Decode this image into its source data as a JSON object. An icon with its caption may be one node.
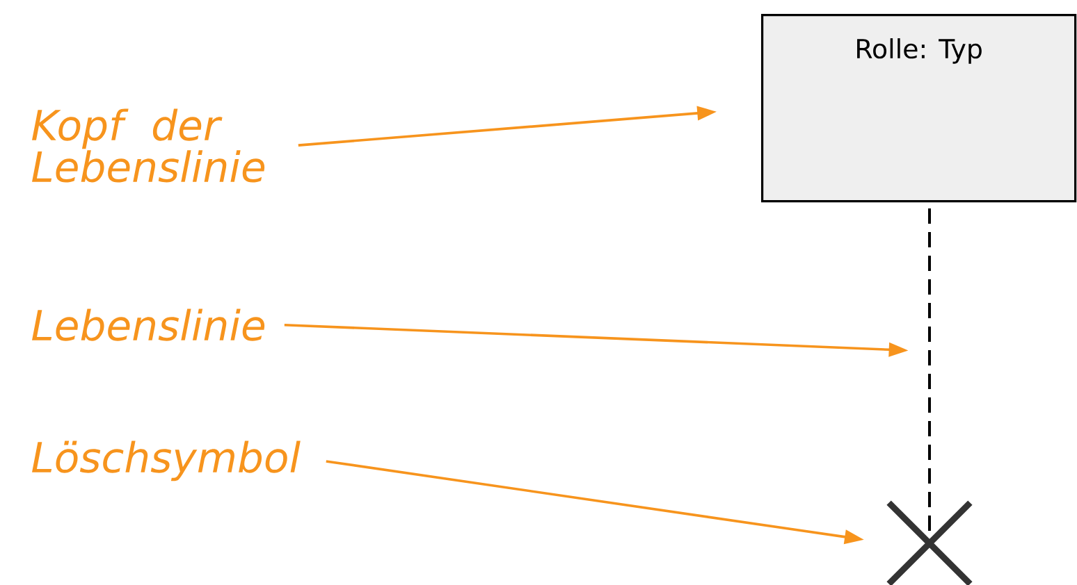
{
  "diagram": {
    "nodes": [
      {
        "text": [
          "Kopf der Lebenslinie"
        ]
      },
      {
        "text": [
          "Rolle: Typ"
        ]
      },
      {
        "text": [
          "Lebenslinie"
        ]
      },
      {
        "text": [],
        "shape": "line"
      },
      {
        "text": [
          "Löschsymbol"
        ]
      },
      {
        "text": [],
        "shape": "cross"
      }
    ],
    "edges": [
      {
        "from": 0,
        "to": 1,
        "arrow": "to"
      },
      {
        "from": 2,
        "to": 3,
        "arrow": "to"
      },
      {
        "from": 4,
        "to": 5,
        "arrow": "to"
      }
    ]
  }
}
